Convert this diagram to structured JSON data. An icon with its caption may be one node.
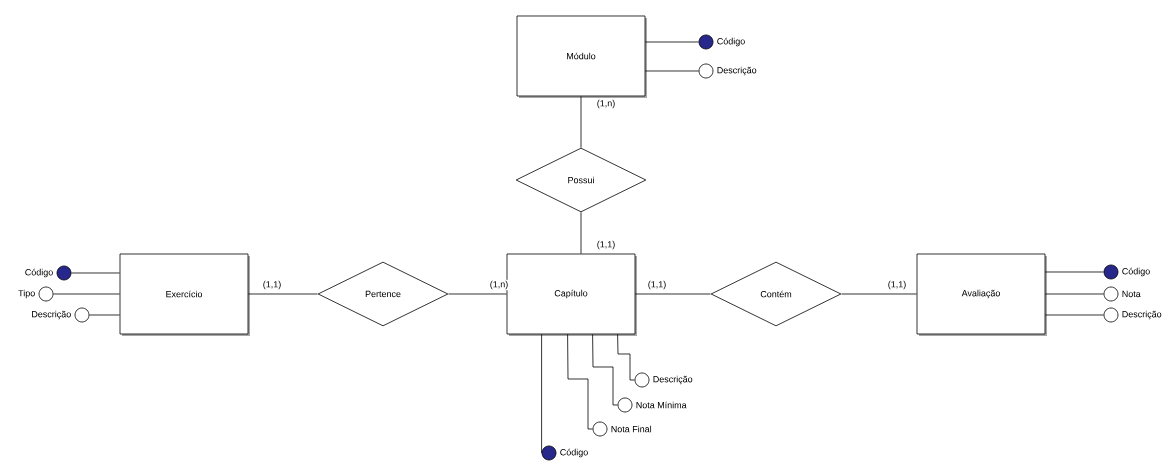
{
  "diagram": {
    "nodes": [
      {
        "text": [
          "Módulo"
        ]
      },
      {
        "text": [],
        "shape": "dot",
        "beside": [
          "Código"
        ]
      },
      {
        "text": [],
        "shape": "circle",
        "beside": [
          "Descrição"
        ]
      },
      {
        "text": [
          "Possui"
        ]
      },
      {
        "text": [],
        "shape": "dot",
        "beside": [
          "Código"
        ]
      },
      {
        "text": [],
        "shape": "circle",
        "beside": [
          "Tipo"
        ]
      },
      {
        "text": [],
        "shape": "circle",
        "beside": [
          "Descrição"
        ]
      },
      {
        "text": [
          "Exercício"
        ]
      },
      {
        "text": [
          "Pertence"
        ]
      },
      {
        "text": [
          "Capítulo"
        ]
      },
      {
        "text": [
          "Contém"
        ]
      },
      {
        "text": [
          "Avaliação"
        ]
      },
      {
        "text": [],
        "shape": "dot",
        "beside": [
          "Código"
        ]
      },
      {
        "text": [],
        "shape": "circle",
        "beside": [
          "Nota"
        ]
      },
      {
        "text": [],
        "shape": "circle",
        "beside": [
          "Descrição"
        ]
      },
      {
        "text": [],
        "shape": "circle",
        "beside": [
          "Descrição"
        ]
      },
      {
        "text": [],
        "shape": "circle",
        "beside": [
          "Nota Mínima"
        ]
      },
      {
        "text": [],
        "shape": "circle",
        "beside": [
          "Nota Final"
        ]
      },
      {
        "text": [],
        "shape": "dot",
        "beside": [
          "Código"
        ]
      }
    ],
    "edges": [
      {
        "from": 0,
        "to": 3,
        "arrow": "none",
        "label": "(1,n)"
      },
      {
        "from": 3,
        "to": 9,
        "arrow": "none",
        "label": "(1,1)"
      },
      {
        "from": 7,
        "to": 8,
        "arrow": "none",
        "label": "(1,1)"
      },
      {
        "from": 8,
        "to": 9,
        "arrow": "none",
        "label": "(1,n)"
      },
      {
        "from": 9,
        "to": 10,
        "arrow": "none",
        "label": "(1,1)"
      },
      {
        "from": 10,
        "to": 11,
        "arrow": "none",
        "label": "(1,1)"
      },
      {
        "from": 0,
        "to": 1,
        "arrow": "none"
      },
      {
        "from": 0,
        "to": 2,
        "arrow": "none"
      },
      {
        "from": 7,
        "to": 4,
        "arrow": "none"
      },
      {
        "from": 7,
        "to": 5,
        "arrow": "none"
      },
      {
        "from": 7,
        "to": 6,
        "arrow": "none"
      },
      {
        "from": 11,
        "to": 12,
        "arrow": "none"
      },
      {
        "from": 11,
        "to": 13,
        "arrow": "none"
      },
      {
        "from": 11,
        "to": 14,
        "arrow": "none"
      },
      {
        "from": 9,
        "to": 15,
        "arrow": "none"
      },
      {
        "from": 9,
        "to": 16,
        "arrow": "none"
      },
      {
        "from": 9,
        "to": 17,
        "arrow": "none"
      },
      {
        "from": 9,
        "to": 18,
        "arrow": "none"
      }
    ]
  }
}
